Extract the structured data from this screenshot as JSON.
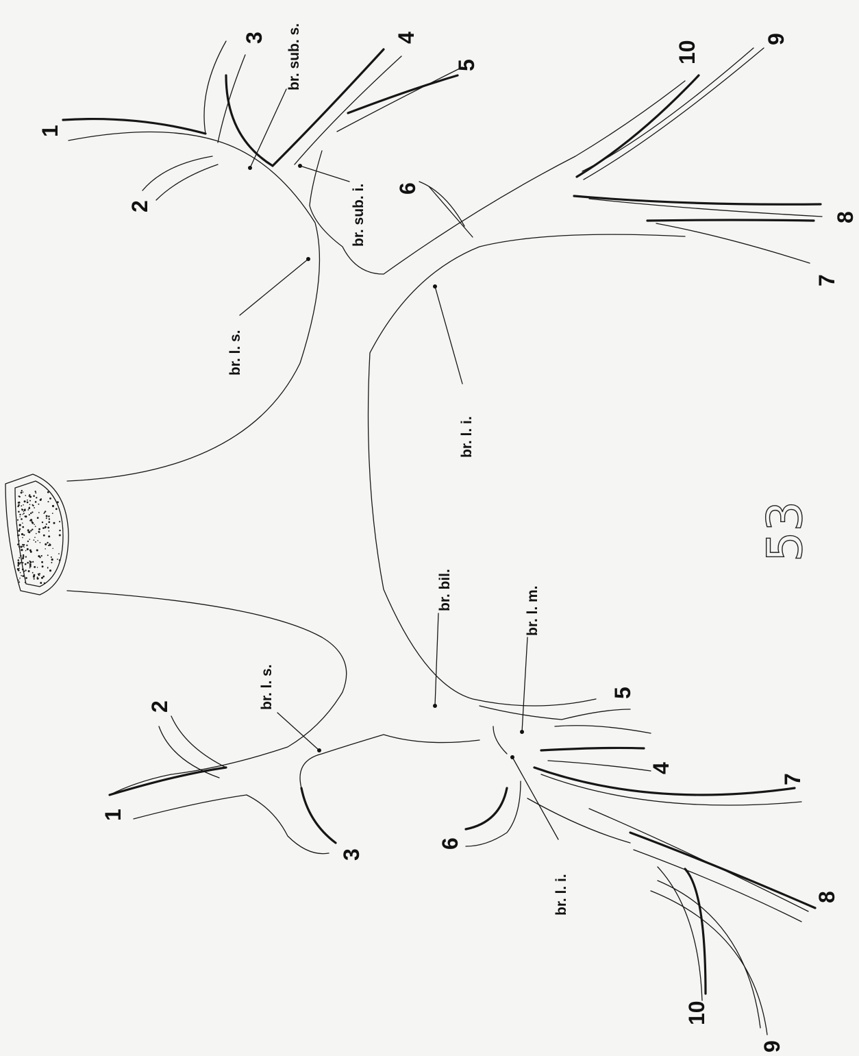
{
  "labels": {
    "right_lung": {
      "n1": "1",
      "n2": "2",
      "n3": "3",
      "n4": "4",
      "n5": "5",
      "n6": "6",
      "n7": "7",
      "n8": "8",
      "n9": "9",
      "n10": "10",
      "br_sub_s": "br. sub. s.",
      "br_sub_i": "br. sub. i.",
      "br_l_s": "br. l. s.",
      "br_l_i": "br. l. i."
    },
    "left_lung": {
      "n1": "1",
      "n2": "2",
      "n3": "3",
      "n4": "4",
      "n5": "5",
      "n6": "6",
      "n7": "7",
      "n8": "8",
      "n9": "9",
      "n10": "10",
      "br_l_s": "br. l. s.",
      "br_bil": "br. bil.",
      "br_l_m": "br. l. m.",
      "br_l_i": "br. l. i."
    },
    "plate_number": "53"
  },
  "colors": {
    "ink": "#161616",
    "paper": "#f5f5f3",
    "stipple": "#1a1a1a"
  }
}
